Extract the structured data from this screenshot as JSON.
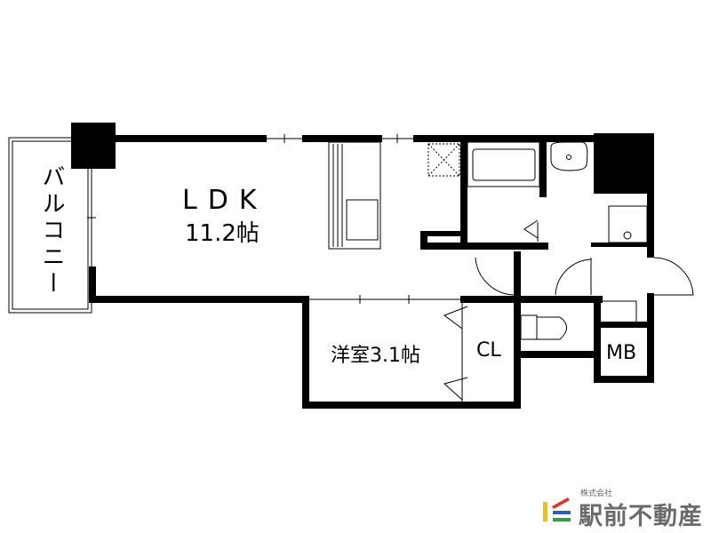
{
  "rooms": {
    "ldk_label": "LDK",
    "ldk_size": "11.2帖",
    "western_room": "洋室3.1帖",
    "closet": "CL",
    "meter_box": "MB",
    "balcony": "バルコニー"
  },
  "logo": {
    "company_type": "株式会社",
    "company_name": "駅前不動産",
    "colors": [
      "#f2c200",
      "#e53030",
      "#2f5fb0",
      "#2e9e3e"
    ]
  }
}
